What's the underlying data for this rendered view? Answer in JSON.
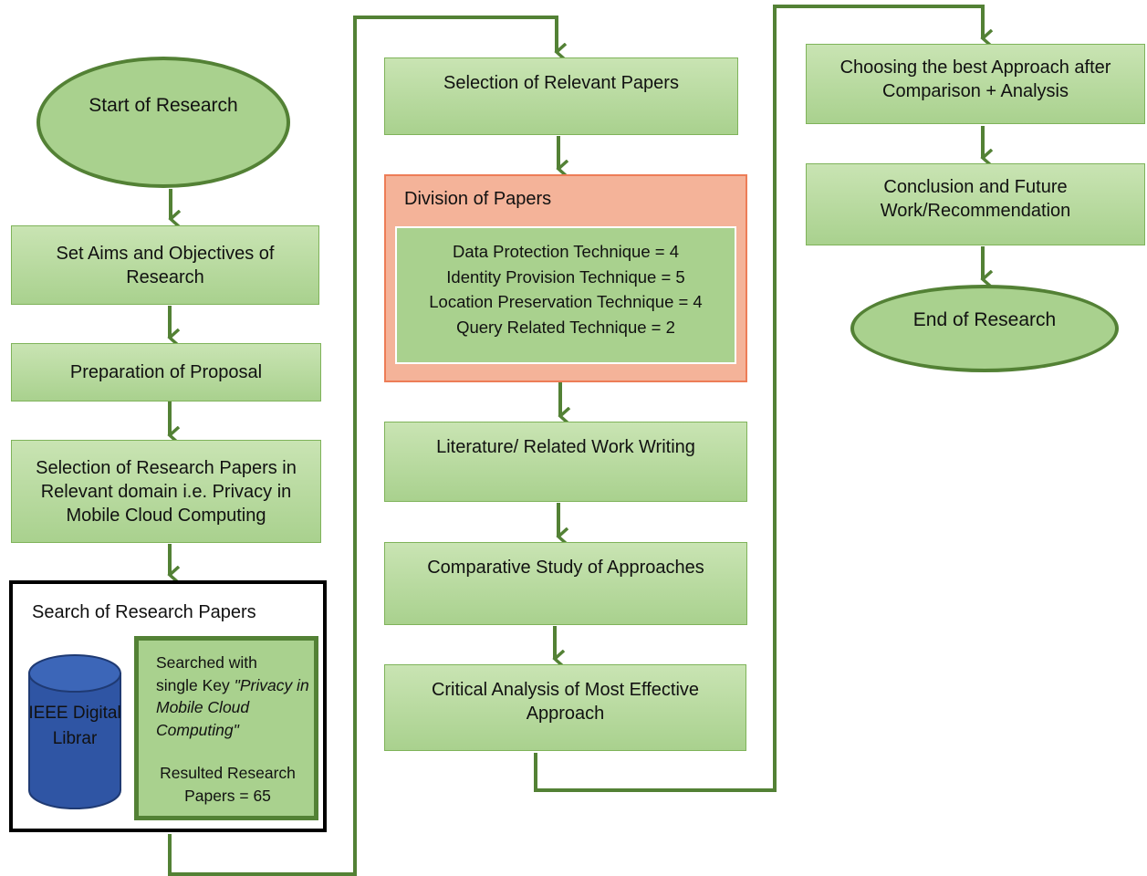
{
  "nodes": {
    "start": "Start of Research",
    "aims": "Set Aims and Objectives of Research",
    "proposal": "Preparation of Proposal",
    "selection_domain": "Selection of Research Papers in Relevant domain i.e. Privacy in Mobile Cloud Computing",
    "search": {
      "title": "Search of Research Papers",
      "database": "IEEE Digital Librar",
      "searched_line1": "Searched with",
      "searched_line2": "single Key ",
      "searched_key": "\"Privacy in Mobile Cloud Computing\"",
      "result": "Resulted Research Papers = 65"
    },
    "relevant": "Selection of Relevant Papers",
    "division": {
      "title": "Division of Papers",
      "items": [
        "Data Protection Technique = 4",
        "Identity Provision Technique = 5",
        "Location Preservation Technique = 4",
        "Query Related Technique = 2"
      ]
    },
    "literature": "Literature/ Related Work Writing",
    "comparative": "Comparative Study of Approaches",
    "critical": "Critical Analysis of Most Effective Approach",
    "best": "Choosing the best Approach after Comparison + Analysis",
    "conclusion": "Conclusion and Future Work/Recommendation",
    "end": "End of Research"
  },
  "colors": {
    "box_fill": "#a9d18e",
    "box_border": "#7fb35a",
    "connector": "#538135",
    "division_fill": "#f4b399",
    "division_border": "#ed7d57",
    "cylinder_fill": "#2f55a4"
  }
}
